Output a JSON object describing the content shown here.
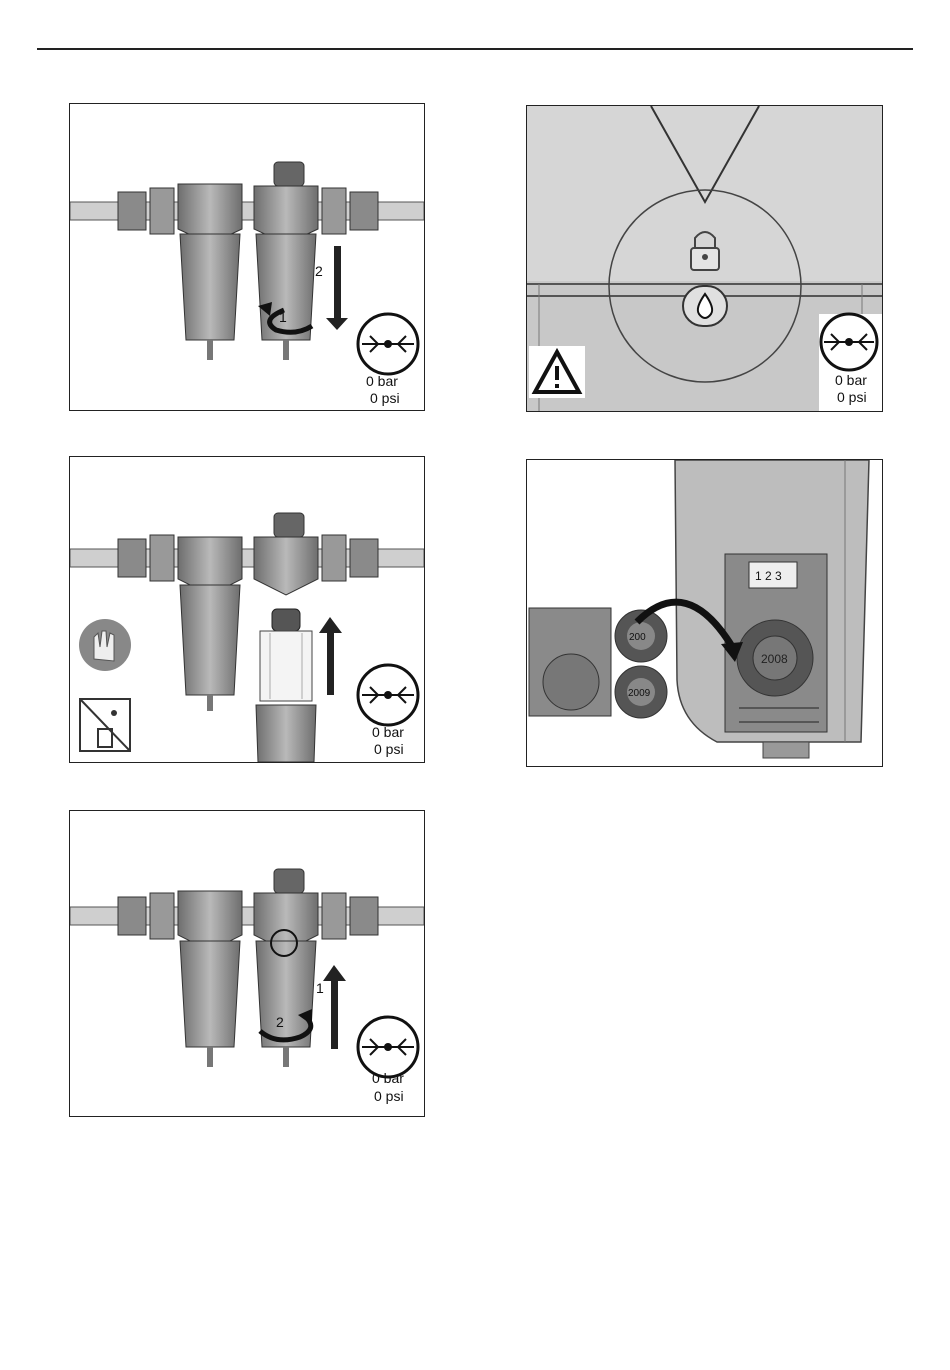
{
  "page": {
    "title": ""
  },
  "pressure": {
    "bar": "0 bar",
    "psi": "0 psi"
  },
  "panels": {
    "p1": {
      "step1": "1",
      "step2": "2"
    },
    "p3": {
      "step1": "1",
      "step2": "2"
    },
    "p5": {
      "year": "2008",
      "sticker_a": "200",
      "sticker_b": "2009"
    }
  },
  "icons": [
    "pressure-release-icon",
    "warning-icon",
    "lock-icon",
    "drop-icon",
    "gloves-icon",
    "no-disposal-icon",
    "curved-arrow-icon",
    "straight-arrow-icon"
  ],
  "colors": {
    "line": "#222222",
    "housing": "#9a9a9a",
    "background": "#ffffff",
    "photo_bg": "#d8d8d8"
  }
}
